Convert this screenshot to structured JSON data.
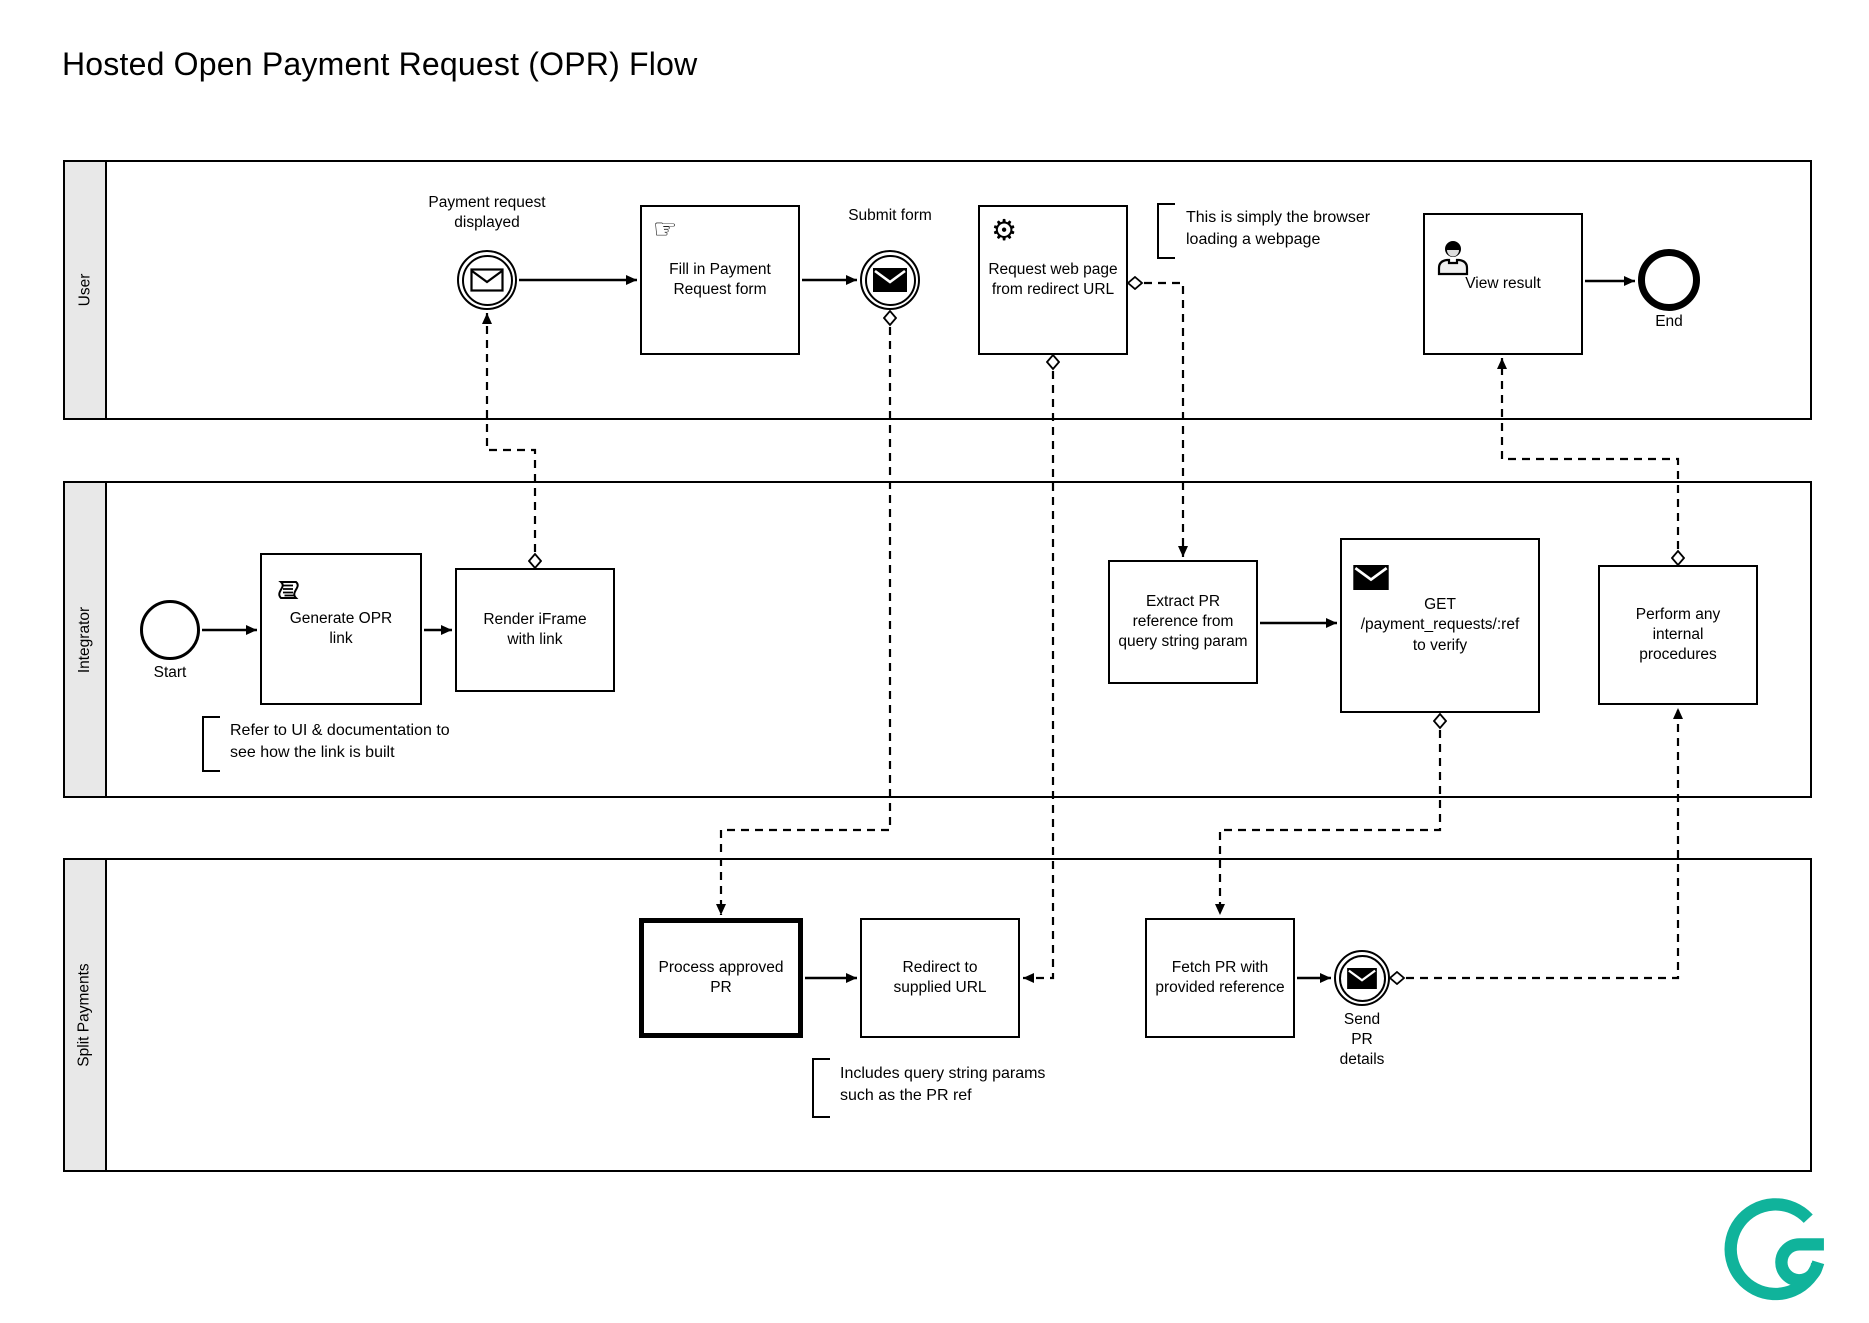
{
  "title": "Hosted Open Payment Request (OPR) Flow",
  "lanes": {
    "user": {
      "label": "User"
    },
    "integrator": {
      "label": "Integrator"
    },
    "split_payments": {
      "label": "Split Payments"
    }
  },
  "events": {
    "start": {
      "label": "Start"
    },
    "end": {
      "label": "End"
    },
    "payment_request_displayed": {
      "label": "Payment request\ndisplayed"
    },
    "submit_form": {
      "label": "Submit form"
    },
    "send_pr_details": {
      "label": "Send\nPR\ndetails"
    }
  },
  "tasks": {
    "fill_in_payment_request_form": {
      "label": "Fill in Payment\nRequest form"
    },
    "request_web_page": {
      "label": "Request web page\nfrom redirect URL"
    },
    "view_result": {
      "label": "View result"
    },
    "generate_opr_link": {
      "label": "Generate OPR\nlink"
    },
    "render_iframe_with_link": {
      "label": "Render iFrame\nwith link"
    },
    "extract_pr_reference": {
      "label": "Extract PR\nreference from\nquery string param"
    },
    "get_payment_requests_verify": {
      "label": "GET\n/payment_requests/:ref\nto verify"
    },
    "perform_internal_procedures": {
      "label": "Perform any\ninternal\nprocedures"
    },
    "process_approved_pr": {
      "label": "Process approved\nPR"
    },
    "redirect_to_supplied_url": {
      "label": "Redirect to\nsupplied URL"
    },
    "fetch_pr_with_reference": {
      "label": "Fetch PR with\nprovided reference"
    }
  },
  "annotations": {
    "browser_note": "This is simply the browser\nloading a webpage",
    "link_note": "Refer to UI & documentation to\nsee how the link is built",
    "query_note": "Includes query string params\nsuch as the PR ref"
  },
  "icons": {
    "manual_task_glyph": "☞",
    "service_task_glyph": "⚙"
  },
  "colors": {
    "lane_header_bg": "#e8e8e8",
    "stroke": "#000000",
    "logo_teal": "#10b39b"
  }
}
